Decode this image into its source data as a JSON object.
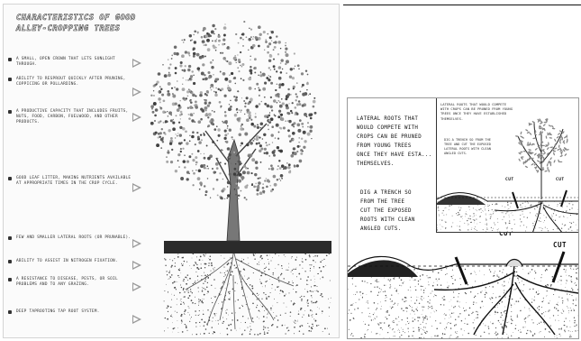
{
  "left_panel": {
    "title_lines": [
      "CHARACTERISTICS OF GOOD",
      "ALLEY-CROPPING TREES"
    ],
    "features": [
      "A SMALL, OPEN CROWN THAT LETS SUNLIGHT THROUGH.",
      "ABILITY TO RESPROUT QUICKLY AFTER PRUNING, COPPICING OR POLLARDING.",
      "A PRODUCTIVE CAPACITY THAT INCLUDES FRUITS, NUTS, FOOD, CARBON, FUELWOOD, AND OTHER PRODUCTS.",
      "GOOD LEAF LITTER, MAKING NUTRIENTS AVAILABLE AT APPROPRIATE TIMES IN THE CROP CYCLE.",
      "FEW AND SMALLER LATERAL ROOTS (OR PRUNABLE).",
      "ABILITY TO ASSIST IN NITROGEN FIXATION.",
      "A RESISTANCE TO DISEASE, PESTS, OR SOIL PROBLEMS AND TO ANY GRAZING.",
      "DEEP TAPROOTING TAP ROOT SYSTEM."
    ]
  },
  "right_panel": {
    "note_lateral": "LATERAL ROOTS THAT\nWOULD COMPETE WITH\nCROPS CAN BE PRUNED\nFROM YOUNG TREES\nONCE THEY HAVE ESTA...\nTHEMSELVES.",
    "note_trench": "DIG A TRENCH SO\nFROM THE TREE\nCUT THE EXPOSED\nROOTS WITH CLEAN\nANGLED CUTS.",
    "cut_labels": [
      "CUT",
      "CUT"
    ],
    "inset": {
      "note_1": "LATERAL ROOTS THAT WOULD COMPETE WITH CROPS CAN BE PRUNED FROM YOUNG TREES ONCE THEY HAVE ESTABLISHED THEMSELVES.",
      "note_2": "DIG A TRENCH SO FROM THE TREE AND CUT THE EXPOSED LATERAL ROOTS WITH CLEAN ANGLED CUTS.",
      "cut_labels": [
        "CUT",
        "CUT"
      ]
    }
  },
  "colors": {
    "ink": "#111111",
    "soil": "#333333",
    "foliage": "#555555",
    "pointer": "#9a9a9a"
  }
}
